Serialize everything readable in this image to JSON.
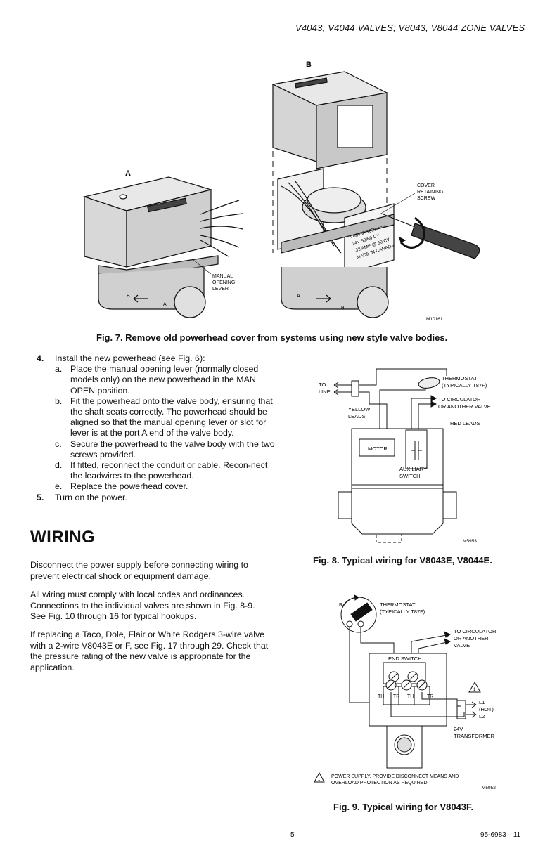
{
  "header": {
    "title": "V4043, V4044 VALVES; V8043, V8044 ZONE VALVES"
  },
  "fig7": {
    "label_a": "A",
    "label_b": "B",
    "callout_cover_screw": [
      "COVER",
      "RETAINING",
      "SCREW"
    ],
    "callout_manual_lever": [
      "MANUAL",
      "OPENING",
      "LEVER"
    ],
    "nameplate": [
      "V8043F 1036 ===",
      "24V 50/60 CY",
      ".32 AMP @ 60 CY",
      "MADE IN CANADA"
    ],
    "code": "M10161",
    "caption": "Fig. 7. Remove old powerhead cover from systems using new style valve bodies."
  },
  "steps": [
    {
      "num": "4.",
      "text": "Install the new powerhead (see Fig. 6):",
      "subs": [
        {
          "letter": "a.",
          "text": "Place the manual opening lever (normally closed models only) on the new powerhead in the MAN. OPEN position."
        },
        {
          "letter": "b.",
          "text": "Fit the powerhead onto the valve body, ensuring that the shaft seats correctly. The powerhead should be aligned so that the manual opening lever or slot for lever is at the port A end of the valve body."
        },
        {
          "letter": "c.",
          "text": "Secure the powerhead to the valve body with the two screws provided."
        },
        {
          "letter": "d.",
          "text": "If fitted, reconnect the conduit or cable. Recon-nect the leadwires to the powerhead."
        },
        {
          "letter": "e.",
          "text": "Replace the powerhead cover."
        }
      ]
    },
    {
      "num": "5.",
      "text": "Turn on the power.",
      "subs": []
    }
  ],
  "wiring": {
    "title": "WIRING",
    "paragraphs": [
      "Disconnect the power supply before connecting wiring to prevent electrical shock or equipment damage.",
      "All wiring must comply with local codes and ordinances. Connections to the individual valves are shown in Fig. 8-9. See Fig. 10 through 16 for typical hookups.",
      "If replacing a Taco, Dole, Flair or White Rodgers 3-wire valve with a 2-wire V8043E or F, see Fig. 17 through 29. Check that the pressure rating of the new valve is appropriate for the application."
    ]
  },
  "fig8": {
    "to_line": [
      "TO",
      "LINE"
    ],
    "thermostat": [
      "THERMOSTAT",
      "(TYPICALLY T87F)"
    ],
    "to_circulator": [
      "TO CIRCULATOR",
      "OR ANOTHER VALVE"
    ],
    "yellow_leads": [
      "YELLOW",
      "LEADS"
    ],
    "red_leads": "RED LEADS",
    "motor": "MOTOR",
    "aux_switch": [
      "AUXILIARY",
      "SWITCH"
    ],
    "code": "M5953",
    "caption": "Fig. 8. Typical wiring for V8043E, V8044E."
  },
  "fig9": {
    "r_label": "R",
    "thermostat": [
      "THERMOSTAT",
      "(TYPICALLY T87F)"
    ],
    "to_circulator": [
      "TO CIRCULATOR",
      "OR ANOTHER",
      "VALVE"
    ],
    "end_switch": "END SWITCH",
    "terminals": [
      "TH",
      "TR",
      "TH",
      "TR"
    ],
    "l1": "L1",
    "hot": "(HOT)",
    "l2": "L2",
    "transformer": [
      "24V",
      "TRANSFORMER"
    ],
    "warning_num": "1",
    "note": [
      "POWER SUPPLY. PROVIDE DISCONNECT MEANS AND",
      "OVERLOAD PROTECTION AS REQUIRED."
    ],
    "code": "M5952",
    "caption": "Fig. 9. Typical wiring for V8043F."
  },
  "footer": {
    "page": "5",
    "doc_number": "95-6983—11"
  }
}
